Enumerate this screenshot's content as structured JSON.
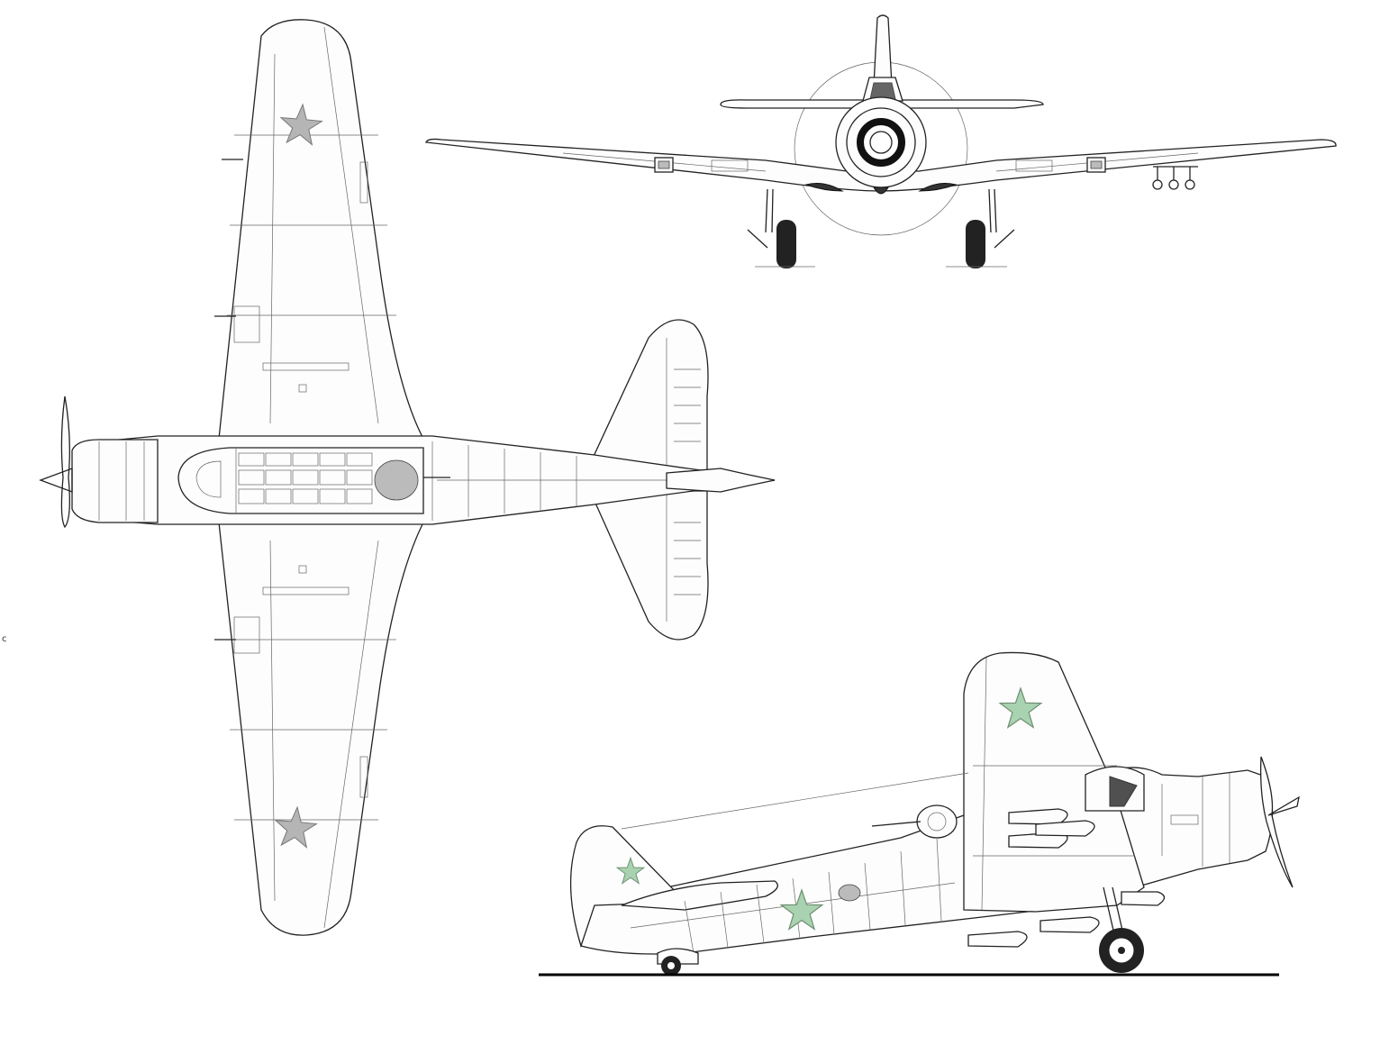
{
  "drawing": {
    "views": [
      "plan-view",
      "front-view",
      "side-view"
    ],
    "colors": {
      "line": "#222222",
      "panel-line": "#666666",
      "star-top": "#b5b5b5",
      "star-side": "#a9d3b0",
      "ground": "#000000"
    },
    "stray_mark": "c",
    "insignia": "star-icon"
  }
}
